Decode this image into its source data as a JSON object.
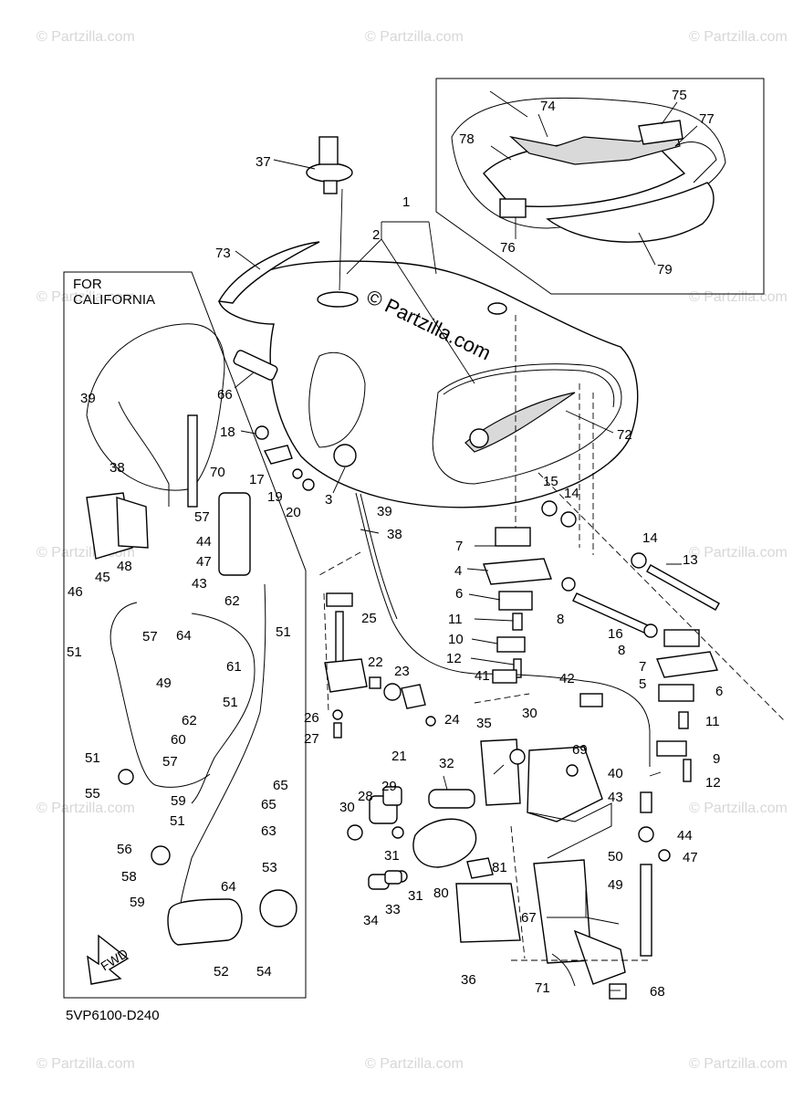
{
  "diagram": {
    "code": "5VP6100-D240",
    "inset_label": [
      "FOR",
      "CALIFORNIA"
    ],
    "fwd_label": "FWD",
    "center_watermark": "© Partzilla.com",
    "corner_watermark": "© Partzilla.com",
    "callouts": [
      {
        "id": "c1",
        "text": "1"
      },
      {
        "id": "c2",
        "text": "2"
      },
      {
        "id": "c3",
        "text": "3"
      },
      {
        "id": "c4",
        "text": "4"
      },
      {
        "id": "c5",
        "text": "5"
      },
      {
        "id": "c6a",
        "text": "6"
      },
      {
        "id": "c6b",
        "text": "6"
      },
      {
        "id": "c7a",
        "text": "7"
      },
      {
        "id": "c7b",
        "text": "7"
      },
      {
        "id": "c8a",
        "text": "8"
      },
      {
        "id": "c8b",
        "text": "8"
      },
      {
        "id": "c9",
        "text": "9"
      },
      {
        "id": "c10",
        "text": "10"
      },
      {
        "id": "c11a",
        "text": "11"
      },
      {
        "id": "c11b",
        "text": "11"
      },
      {
        "id": "c12a",
        "text": "12"
      },
      {
        "id": "c12b",
        "text": "12"
      },
      {
        "id": "c13",
        "text": "13"
      },
      {
        "id": "c14a",
        "text": "14"
      },
      {
        "id": "c14b",
        "text": "14"
      },
      {
        "id": "c15",
        "text": "15"
      },
      {
        "id": "c16",
        "text": "16"
      },
      {
        "id": "c17",
        "text": "17"
      },
      {
        "id": "c18",
        "text": "18"
      },
      {
        "id": "c19",
        "text": "19"
      },
      {
        "id": "c20",
        "text": "20"
      },
      {
        "id": "c21",
        "text": "21"
      },
      {
        "id": "c22",
        "text": "22"
      },
      {
        "id": "c23",
        "text": "23"
      },
      {
        "id": "c24",
        "text": "24"
      },
      {
        "id": "c25",
        "text": "25"
      },
      {
        "id": "c26",
        "text": "26"
      },
      {
        "id": "c27",
        "text": "27"
      },
      {
        "id": "c28",
        "text": "28"
      },
      {
        "id": "c29",
        "text": "29"
      },
      {
        "id": "c30a",
        "text": "30"
      },
      {
        "id": "c30b",
        "text": "30"
      },
      {
        "id": "c31a",
        "text": "31"
      },
      {
        "id": "c31b",
        "text": "31"
      },
      {
        "id": "c32",
        "text": "32"
      },
      {
        "id": "c33",
        "text": "33"
      },
      {
        "id": "c34",
        "text": "34"
      },
      {
        "id": "c35",
        "text": "35"
      },
      {
        "id": "c36",
        "text": "36"
      },
      {
        "id": "c37",
        "text": "37"
      },
      {
        "id": "c38a",
        "text": "38"
      },
      {
        "id": "c38b",
        "text": "38"
      },
      {
        "id": "c39a",
        "text": "39"
      },
      {
        "id": "c39b",
        "text": "39"
      },
      {
        "id": "c40",
        "text": "40"
      },
      {
        "id": "c41",
        "text": "41"
      },
      {
        "id": "c42",
        "text": "42"
      },
      {
        "id": "c43a",
        "text": "43"
      },
      {
        "id": "c43b",
        "text": "43"
      },
      {
        "id": "c44a",
        "text": "44"
      },
      {
        "id": "c44b",
        "text": "44"
      },
      {
        "id": "c45",
        "text": "45"
      },
      {
        "id": "c46",
        "text": "46"
      },
      {
        "id": "c47a",
        "text": "47"
      },
      {
        "id": "c47b",
        "text": "47"
      },
      {
        "id": "c48",
        "text": "48"
      },
      {
        "id": "c49a",
        "text": "49"
      },
      {
        "id": "c49b",
        "text": "49"
      },
      {
        "id": "c50",
        "text": "50"
      },
      {
        "id": "c51a",
        "text": "51"
      },
      {
        "id": "c51b",
        "text": "51"
      },
      {
        "id": "c51c",
        "text": "51"
      },
      {
        "id": "c51d",
        "text": "51"
      },
      {
        "id": "c51e",
        "text": "51"
      },
      {
        "id": "c52",
        "text": "52"
      },
      {
        "id": "c53",
        "text": "53"
      },
      {
        "id": "c54",
        "text": "54"
      },
      {
        "id": "c55",
        "text": "55"
      },
      {
        "id": "c56",
        "text": "56"
      },
      {
        "id": "c57a",
        "text": "57"
      },
      {
        "id": "c57b",
        "text": "57"
      },
      {
        "id": "c57c",
        "text": "57"
      },
      {
        "id": "c58",
        "text": "58"
      },
      {
        "id": "c59a",
        "text": "59"
      },
      {
        "id": "c59b",
        "text": "59"
      },
      {
        "id": "c60",
        "text": "60"
      },
      {
        "id": "c61",
        "text": "61"
      },
      {
        "id": "c62a",
        "text": "62"
      },
      {
        "id": "c62b",
        "text": "62"
      },
      {
        "id": "c63",
        "text": "63"
      },
      {
        "id": "c64a",
        "text": "64"
      },
      {
        "id": "c64b",
        "text": "64"
      },
      {
        "id": "c65a",
        "text": "65"
      },
      {
        "id": "c65b",
        "text": "65"
      },
      {
        "id": "c66",
        "text": "66"
      },
      {
        "id": "c67",
        "text": "67"
      },
      {
        "id": "c68",
        "text": "68"
      },
      {
        "id": "c69",
        "text": "69"
      },
      {
        "id": "c70",
        "text": "70"
      },
      {
        "id": "c71",
        "text": "71"
      },
      {
        "id": "c72",
        "text": "72"
      },
      {
        "id": "c73",
        "text": "73"
      },
      {
        "id": "c74",
        "text": "74"
      },
      {
        "id": "c75",
        "text": "75"
      },
      {
        "id": "c76",
        "text": "76"
      },
      {
        "id": "c77",
        "text": "77"
      },
      {
        "id": "c78",
        "text": "78"
      },
      {
        "id": "c79",
        "text": "79"
      },
      {
        "id": "c80",
        "text": "80"
      },
      {
        "id": "c81",
        "text": "81"
      }
    ]
  }
}
